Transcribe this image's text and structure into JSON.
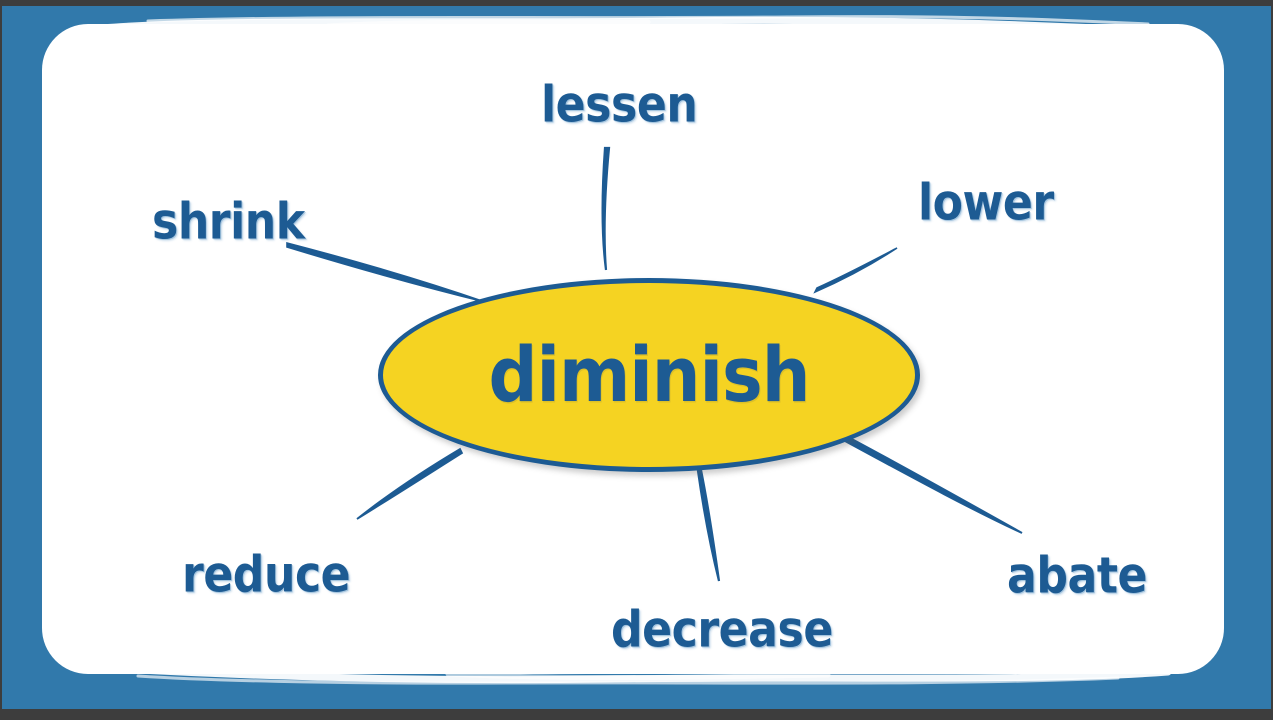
{
  "slide": {
    "type": "word-web-diagram",
    "background_color": "#3179ab",
    "card_color": "#ffffff",
    "frame_color": "#3d3d3d"
  },
  "center": {
    "word": "diminish",
    "fill_color": "#f5d322",
    "stroke_color": "#1d5b93",
    "text_color": "#1d5b93"
  },
  "nodes": [
    {
      "id": "lessen",
      "word": "lessen",
      "text_color": "#1d5b93"
    },
    {
      "id": "lower",
      "word": "lower",
      "text_color": "#1d5b93"
    },
    {
      "id": "shrink",
      "word": "shrink",
      "text_color": "#1d5b93"
    },
    {
      "id": "abate",
      "word": "abate",
      "text_color": "#1d5b93"
    },
    {
      "id": "decrease",
      "word": "decrease",
      "text_color": "#1d5b93"
    },
    {
      "id": "reduce",
      "word": "reduce",
      "text_color": "#1d5b93"
    }
  ],
  "connectors": {
    "color": "#1d5b93",
    "count": 6
  }
}
